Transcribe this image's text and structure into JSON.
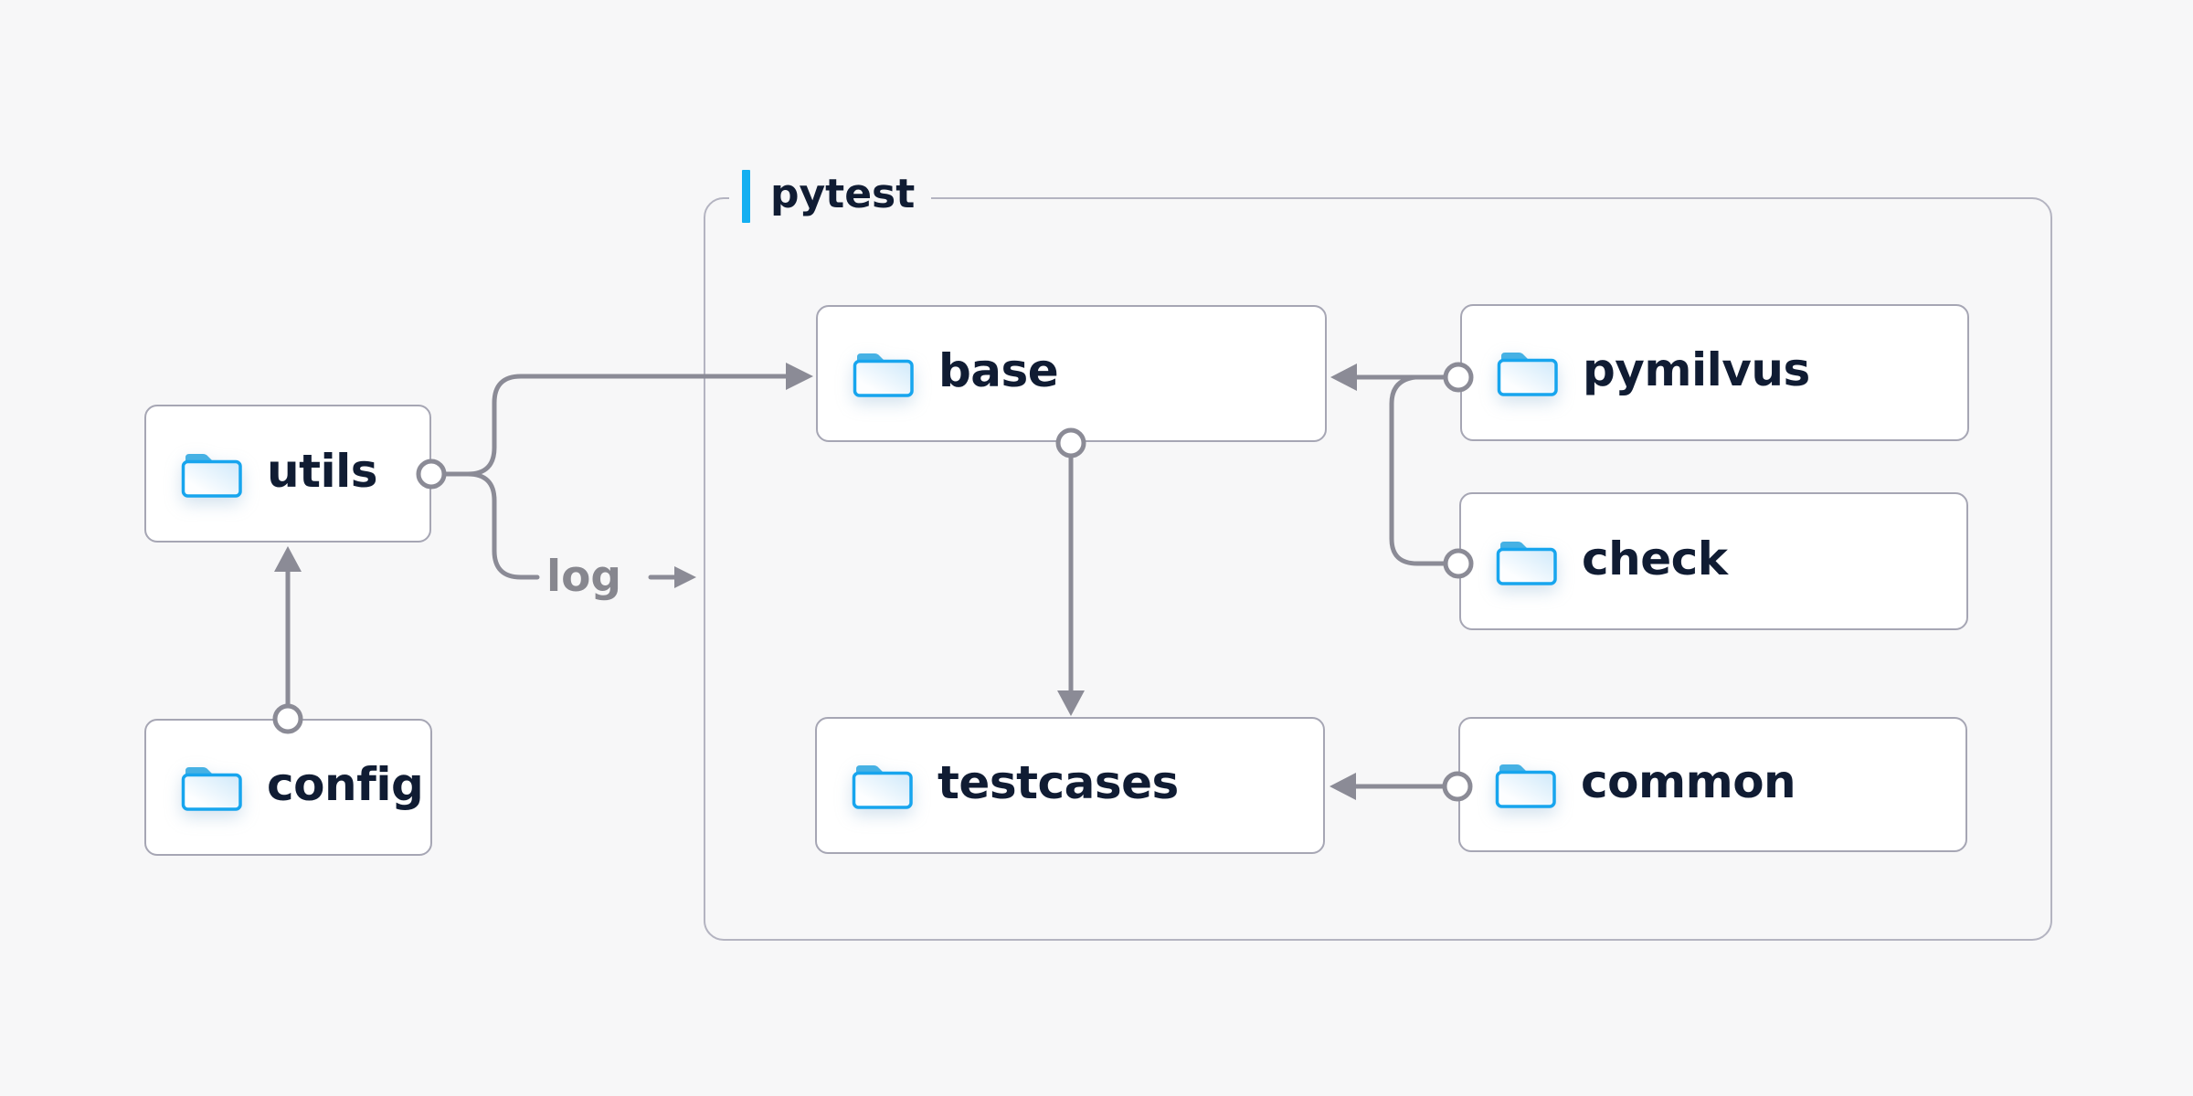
{
  "diagram": {
    "group": {
      "label": "pytest"
    },
    "edge_label": "log",
    "nodes": {
      "utils": {
        "label": "utils",
        "icon": "folder-icon"
      },
      "config": {
        "label": "config",
        "icon": "folder-icon"
      },
      "base": {
        "label": "base",
        "icon": "folder-icon"
      },
      "pymilvus": {
        "label": "pymilvus",
        "icon": "folder-icon"
      },
      "check": {
        "label": "check",
        "icon": "folder-icon"
      },
      "testcases": {
        "label": "testcases",
        "icon": "folder-icon"
      },
      "common": {
        "label": "common",
        "icon": "folder-icon"
      }
    },
    "edges": [
      {
        "from": "utils",
        "to": "base",
        "style": "arrow"
      },
      {
        "from": "utils",
        "to": "log-label",
        "style": "arrow"
      },
      {
        "from": "config",
        "to": "utils",
        "style": "arrow"
      },
      {
        "from": "base",
        "to": "testcases",
        "style": "arrow"
      },
      {
        "from": "pymilvus",
        "to": "base",
        "style": "arrow"
      },
      {
        "from": "check",
        "to": "base",
        "style": "arrow"
      },
      {
        "from": "common",
        "to": "testcases",
        "style": "arrow"
      }
    ],
    "colors": {
      "background": "#f7f7f8",
      "node_fill": "#ffffff",
      "node_border": "#a6a6b4",
      "group_border": "#b4b4c1",
      "wire": "#8b8b96",
      "label_text": "#101c33",
      "muted_text": "#87878f",
      "accent_bar": "#14aff1",
      "folder_stroke": "#17a5ee",
      "folder_tab": "#46b1e4",
      "folder_fill_light": "#fdfeff",
      "folder_fill_shade": "#cfe9fa"
    }
  }
}
